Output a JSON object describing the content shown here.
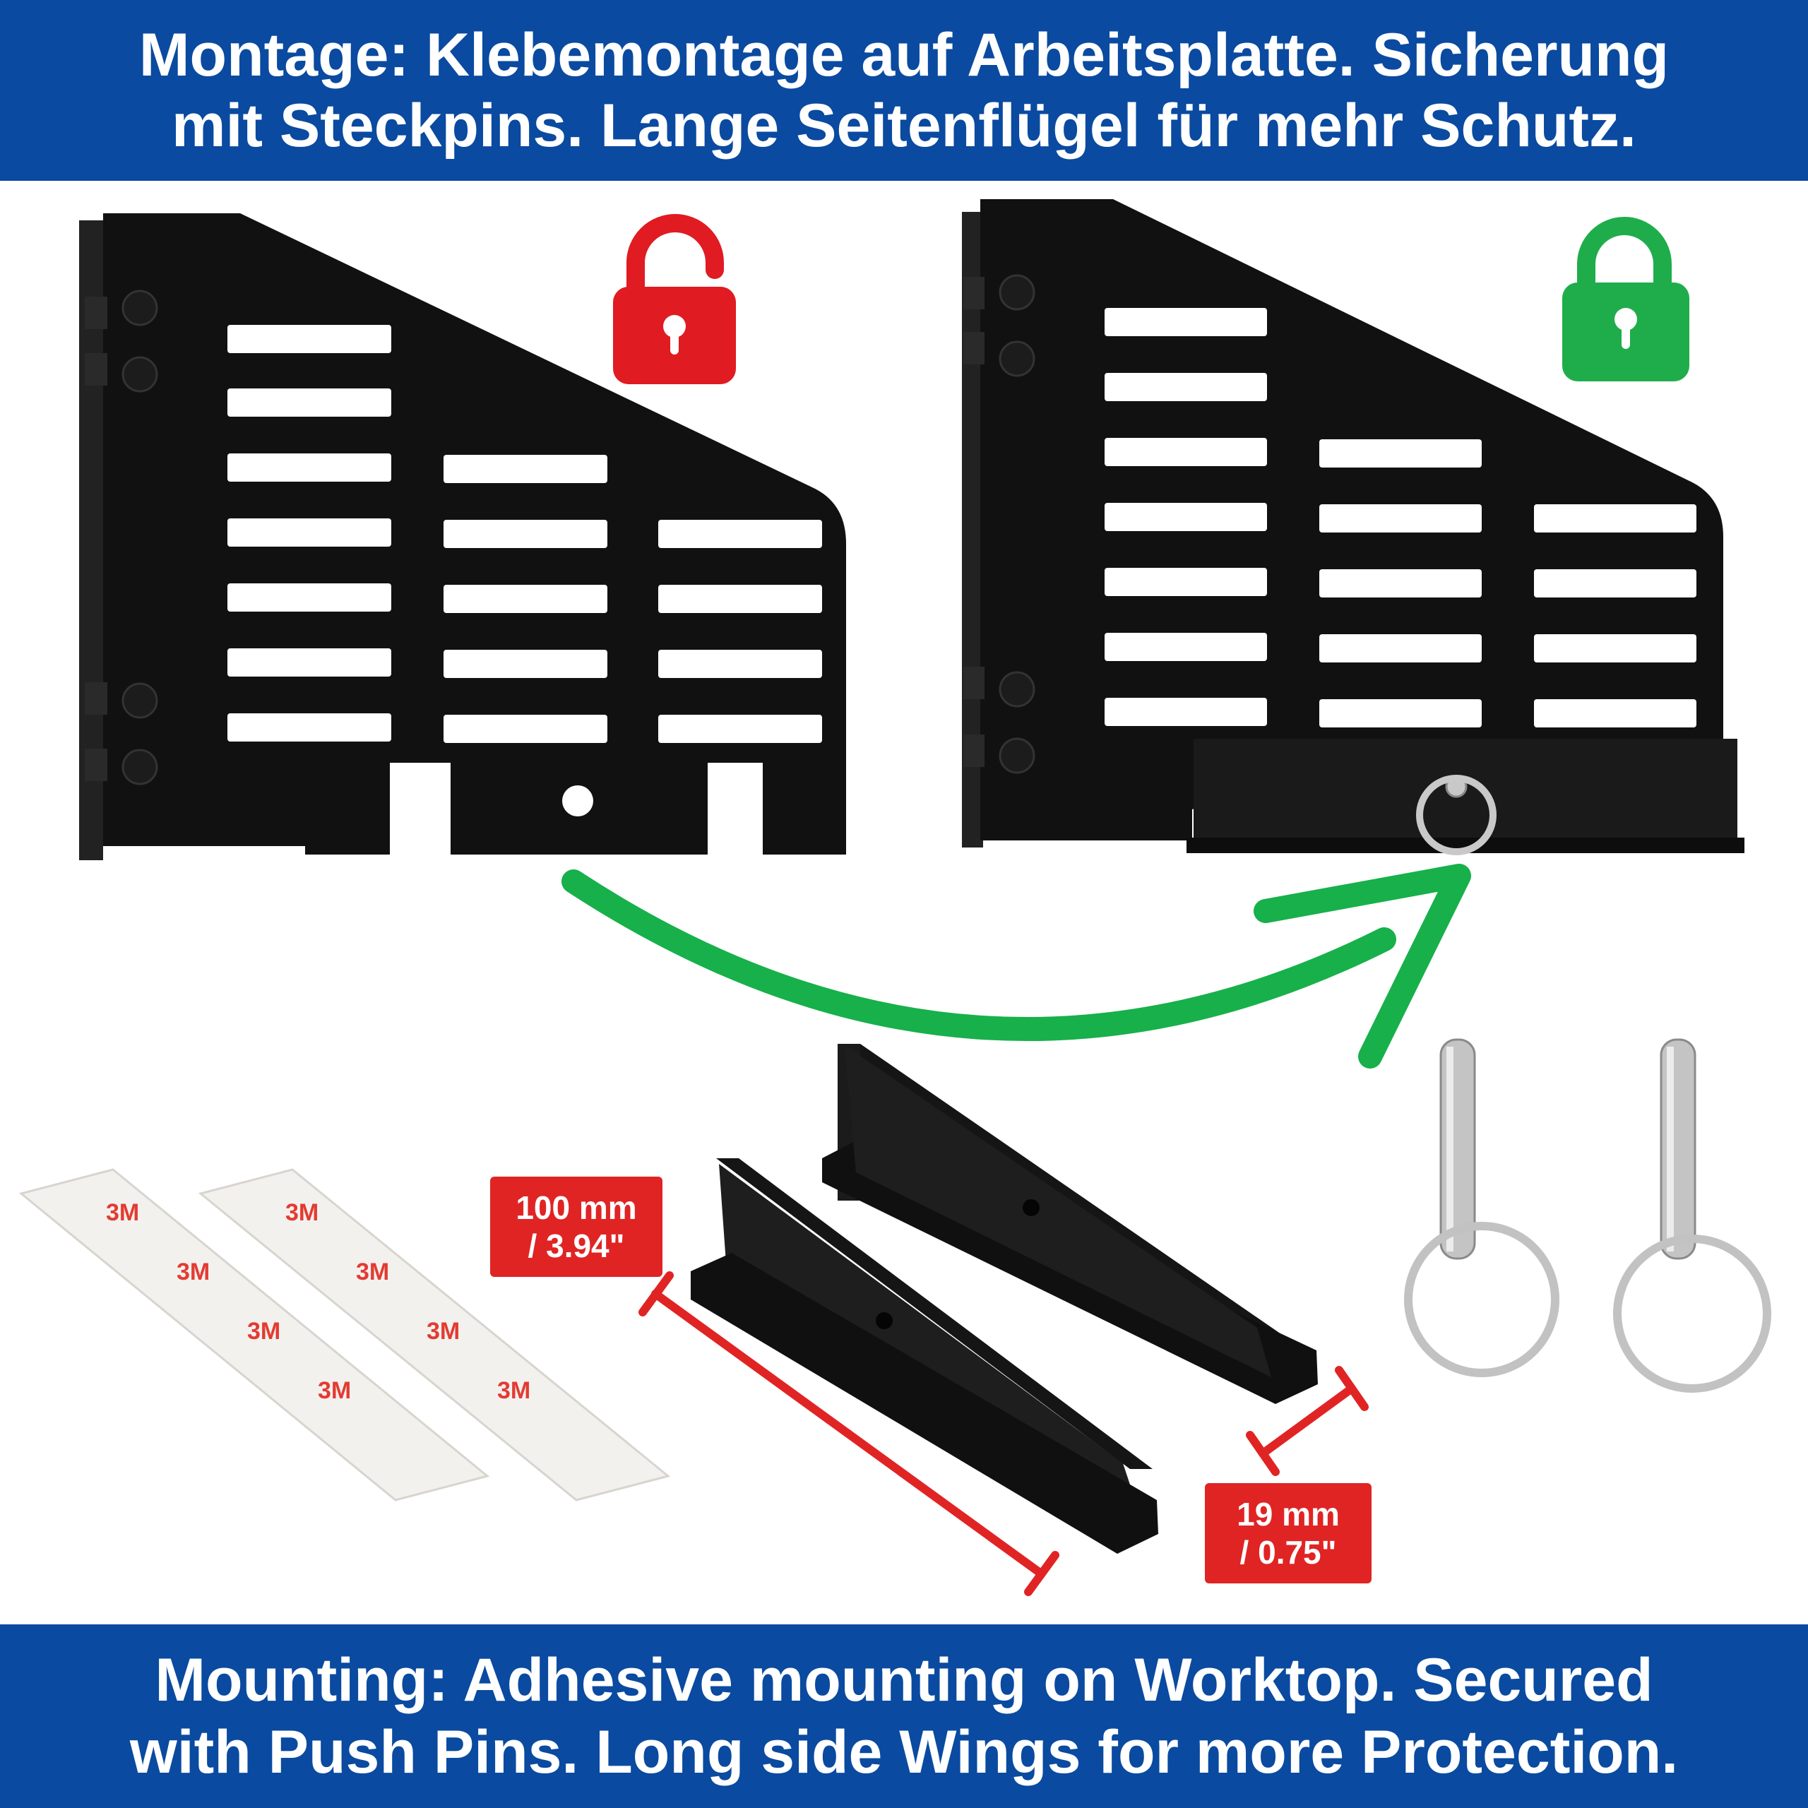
{
  "banner_top": {
    "line1": "Montage: Klebemontage auf Arbeitsplatte. Sicherung",
    "line2": "mit Steckpins. Lange Seitenflügel für mehr Schutz."
  },
  "banner_bottom": {
    "line1": "Mounting: Adhesive mounting on Worktop. Secured",
    "line2": "with Push Pins. Long side Wings for more Protection."
  },
  "dimension_length": {
    "line1": "100 mm",
    "line2": "/ 3.94\""
  },
  "dimension_width": {
    "line1": "19 mm",
    "line2": "/ 0.75\""
  },
  "tape_print": "3M",
  "colors": {
    "banner": "#0a4aa0",
    "unlocked_icon": "#e01b22",
    "locked_icon": "#1fad4b",
    "arrow": "#17b04a",
    "dimension": "#e02424",
    "product": "#111111"
  },
  "icons": [
    "unlocked-padlock-icon",
    "locked-padlock-icon"
  ]
}
